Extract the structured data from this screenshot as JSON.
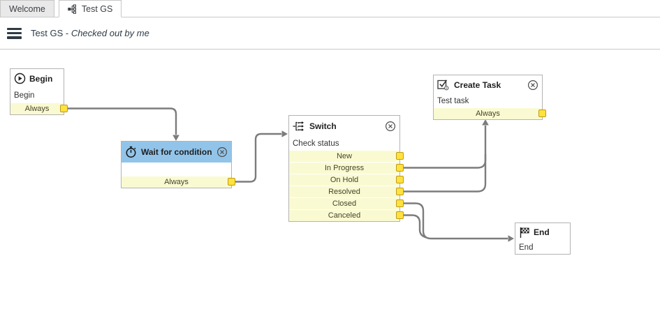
{
  "tabs": {
    "welcome": {
      "label": "Welcome"
    },
    "test_gs": {
      "label": "Test GS"
    }
  },
  "header": {
    "title_prefix": "Test GS -",
    "status": "Checked out by me"
  },
  "icons": {
    "tab": "workflow-icon",
    "menu": "hamburger-menu-icon",
    "begin": "play-circle-icon",
    "wait": "stopwatch-icon",
    "switch": "switch-branch-icon",
    "create_task": "task-checkbox-gear-icon",
    "end": "checkered-flag-icon",
    "close": "close-circle-icon",
    "pin": "connector-pin"
  },
  "colors": {
    "wait_header_blue": "#92c4e9",
    "output_row_yellow": "#fafad2",
    "pin_yellow": "#ffe23d",
    "pin_border": "#bd9b1e",
    "connector_gray": "#7c7c7c",
    "text_dark": "#2e3a45"
  },
  "nodes": {
    "begin": {
      "title": "Begin",
      "body": "Begin",
      "output": "Always"
    },
    "wait": {
      "title": "Wait for condition",
      "body": "",
      "output": "Always"
    },
    "switch": {
      "title": "Switch",
      "body": "Check status",
      "outputs": [
        "New",
        "In Progress",
        "On Hold",
        "Resolved",
        "Closed",
        "Canceled"
      ]
    },
    "create_task": {
      "title": "Create Task",
      "body": "Test task",
      "output": "Always"
    },
    "end": {
      "title": "End",
      "body": "End"
    }
  }
}
